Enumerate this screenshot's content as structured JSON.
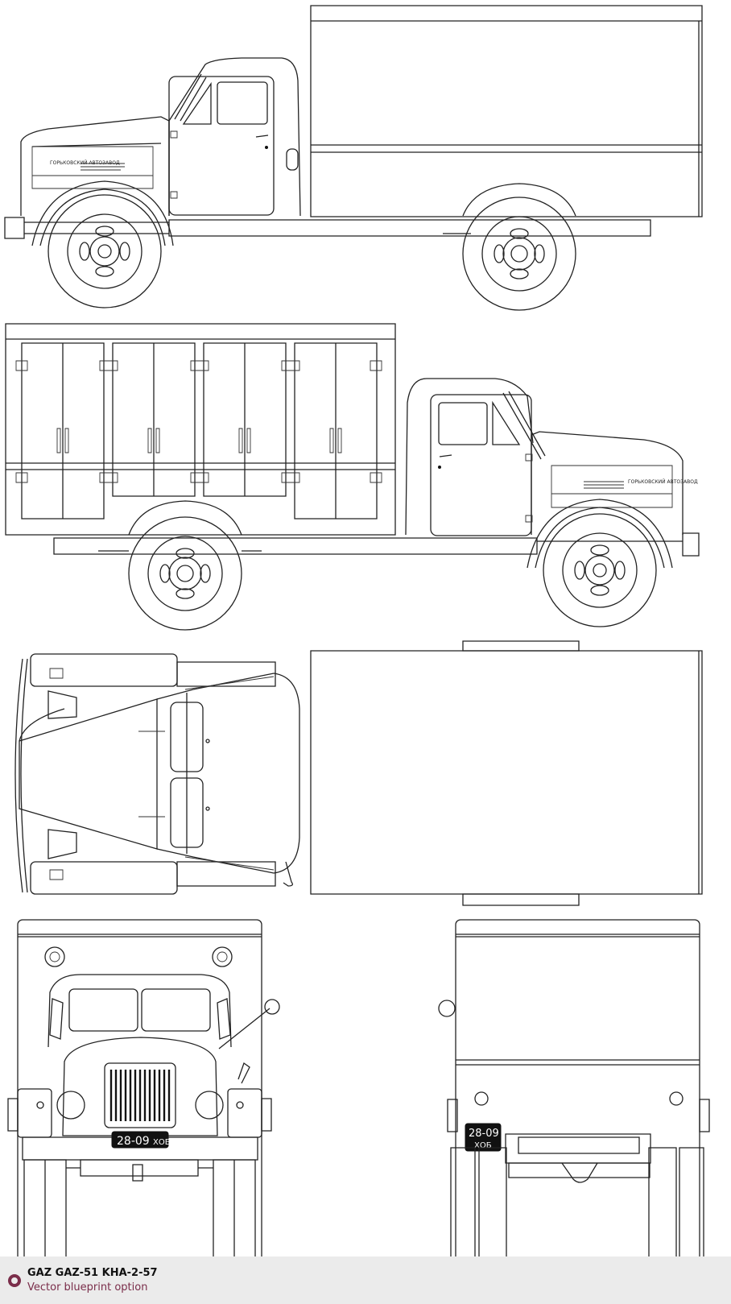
{
  "footer": {
    "title": "GAZ GAZ-51 KHA-2-57",
    "subtitle": "Vector blueprint option",
    "badge_color": "#7a2d4a",
    "background": "#ebebeb"
  },
  "views": {
    "side_left": {
      "plate_label": "ГОРЬКОВСКИЙ АВТОЗАВОД"
    },
    "side_right": {
      "plate_label": "ГОРЬКОВСКИЙ АВТОЗАВОД"
    },
    "front": {
      "plate_number": "28-09",
      "plate_region": "ХОБ"
    },
    "rear": {
      "plate_number": "28-09",
      "plate_region": "ХОБ"
    }
  }
}
